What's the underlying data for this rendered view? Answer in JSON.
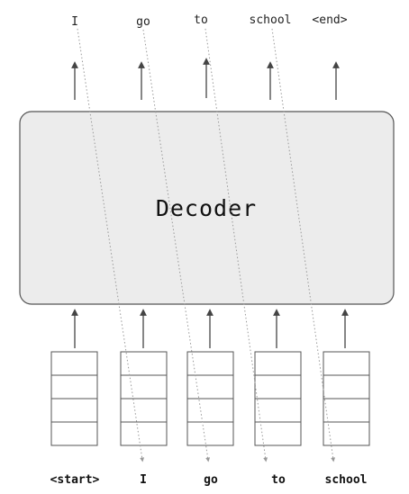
{
  "diagram": {
    "decoder_label": "Decoder",
    "output_tokens": [
      "I",
      "go",
      "to",
      "school",
      "<end>"
    ],
    "input_tokens": [
      "<start>",
      "I",
      "go",
      "to",
      "school"
    ],
    "colors": {
      "decoder_fill": "#ececec",
      "decoder_stroke": "#555555",
      "arrow": "#444444",
      "dotted_line": "#999999",
      "vector_cell_stroke": "#555555"
    }
  }
}
